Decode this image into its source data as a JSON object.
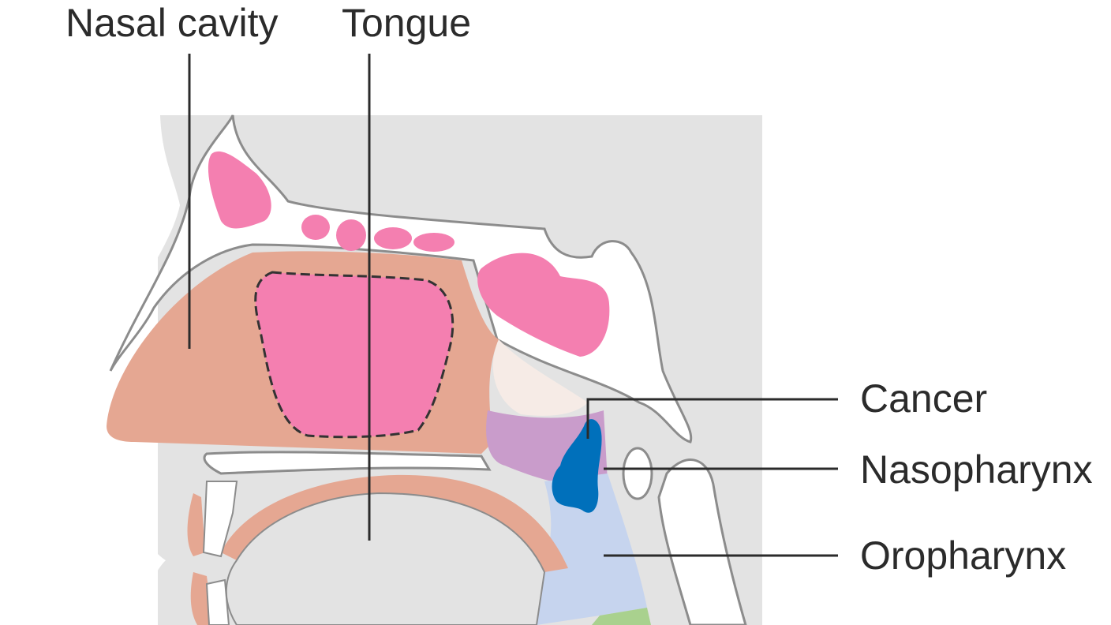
{
  "labels": {
    "nasal_cavity": "Nasal cavity",
    "tongue": "Tongue",
    "cancer": "Cancer",
    "nasopharynx": "Nasopharynx",
    "oropharynx": "Oropharynx"
  },
  "colors": {
    "background_tissue": "#e3e3e3",
    "outline": "#8c8c8c",
    "sinus_pink": "#f47fb0",
    "nasal_cavity_salmon": "#e5a792",
    "cancer_blue": "#0070bb",
    "nasopharynx_purple": "#c99ccb",
    "oropharynx_blue": "#c6d4ee",
    "larynx_green": "#a9d18e",
    "soft_palate_cream": "#f6ebe6"
  }
}
